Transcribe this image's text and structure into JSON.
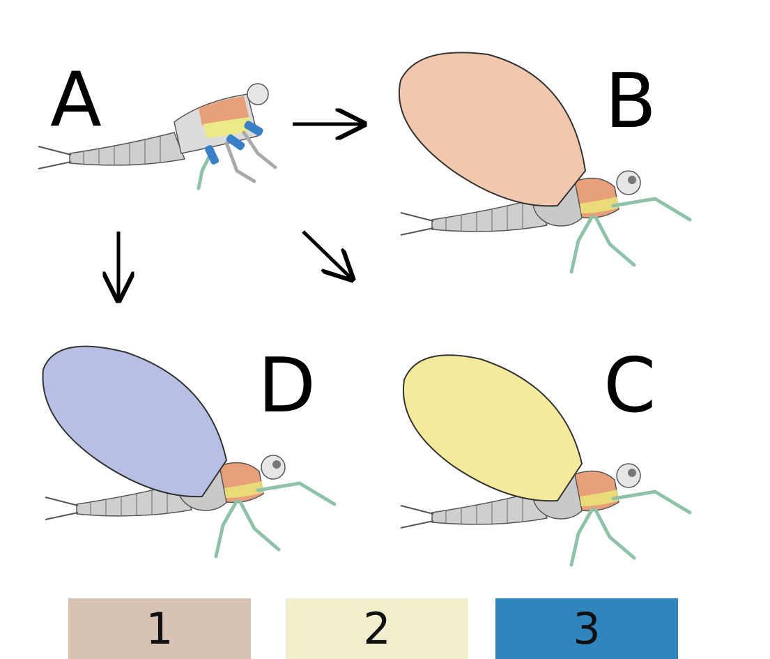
{
  "panels": {
    "a": {
      "letter": "A"
    },
    "b": {
      "letter": "B"
    },
    "c": {
      "letter": "C"
    },
    "d": {
      "letter": "D"
    }
  },
  "wing_colors": {
    "b": "#f1c8ad",
    "c": "#f3ea9c",
    "d": "#b8bfe4"
  },
  "legend": [
    {
      "label": "1",
      "color": "#d8c2b4"
    },
    {
      "label": "2",
      "color": "#f2efcf"
    },
    {
      "label": "3",
      "color": "#2e86bd"
    }
  ]
}
